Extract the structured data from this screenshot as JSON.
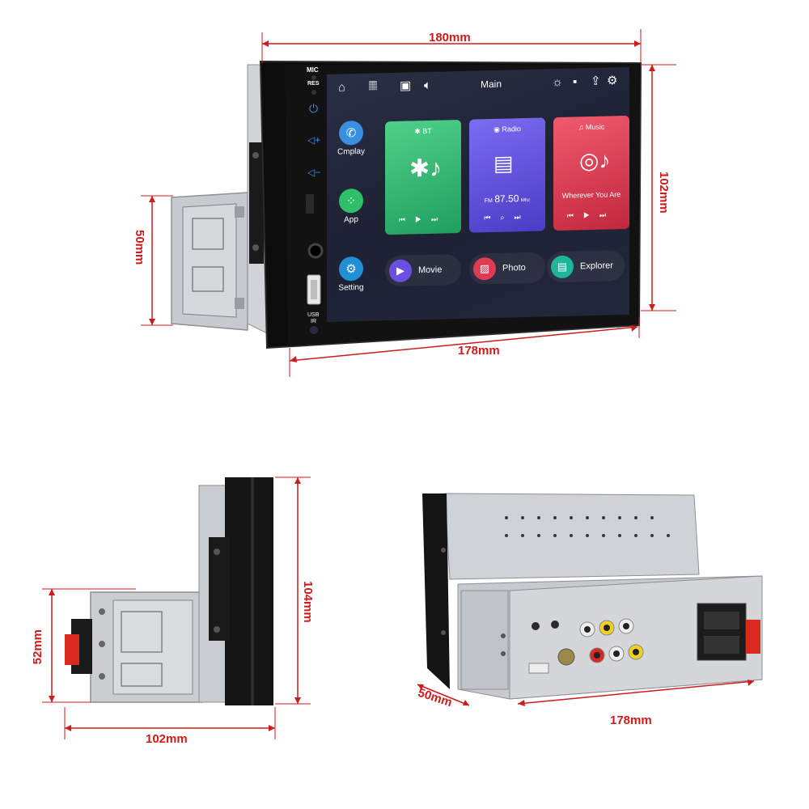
{
  "dimensions": {
    "front_width": "180mm",
    "front_height": "102mm",
    "front_bottom_width": "178mm",
    "cage_height": "50mm",
    "side_height": "104mm",
    "side_cage_height": "52mm",
    "side_depth": "102mm",
    "rear_depth": "50mm",
    "rear_width": "178mm"
  },
  "panel_labels": {
    "mic": "MIC",
    "res": "RES",
    "usb": "USB",
    "ir": "IR"
  },
  "screen": {
    "title": "Main",
    "status_icons": [
      "brightness-icon",
      "sd-card-icon",
      "usb-icon",
      "settings-gear-icon"
    ],
    "toolbar_icons": [
      "home-icon",
      "equalizer-icon",
      "bluetooth-phone-icon",
      "volume-icon"
    ],
    "sidebar": [
      {
        "label": "Cmplay",
        "icon": "phone-wireless-icon",
        "color": "#3b8fe0"
      },
      {
        "label": "App",
        "icon": "app-grid-icon",
        "color": "#2fbf6a"
      },
      {
        "label": "Setting",
        "icon": "gear-icon",
        "color": "#1f8fd6"
      }
    ],
    "cards": [
      {
        "header": "BT",
        "body": "",
        "icon": "bluetooth-music-icon",
        "color": "#2bb872"
      },
      {
        "header": "Radio",
        "body_band": "FM",
        "body_freq": "87.50",
        "body_unit": "Mhz",
        "icon": "radio-router-icon",
        "color": "#5b4fd6"
      },
      {
        "header": "Music",
        "body": "Wherever You Are",
        "icon": "music-disc-icon",
        "color": "#d8374e"
      }
    ],
    "pills": [
      {
        "label": "Movie",
        "icon": "play-icon",
        "color": "#6b4fe0"
      },
      {
        "label": "Photo",
        "icon": "image-icon",
        "color": "#e03a55"
      },
      {
        "label": "Explorer",
        "icon": "folder-icon",
        "color": "#1fb59a"
      }
    ]
  },
  "colors": {
    "dimension_red": "#d11a1a",
    "bezel": "#111111",
    "metal": "#c9ccd1"
  }
}
